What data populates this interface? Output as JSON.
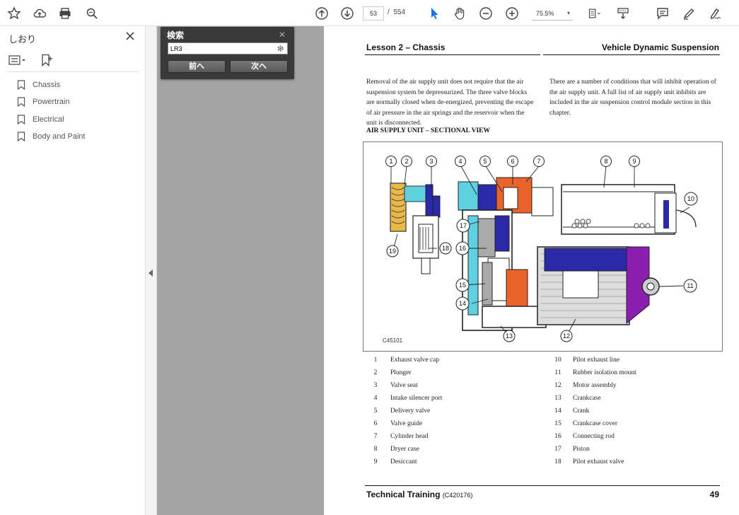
{
  "toolbar": {
    "current_page": "53",
    "page_separator": "/",
    "total_pages": "554",
    "zoom": "75.5%",
    "zoom_caret": "▾"
  },
  "sidebar": {
    "title": "しおり",
    "bookmarks": [
      {
        "label": "Chassis"
      },
      {
        "label": "Powertrain"
      },
      {
        "label": "Electrical"
      },
      {
        "label": "Body and Paint"
      }
    ]
  },
  "find": {
    "title": "検索",
    "close": "✕",
    "query": "LR3",
    "prev_label": "前へ",
    "next_label": "次へ"
  },
  "document": {
    "header_left": "Lesson 2 – Chassis",
    "header_right": "Vehicle Dynamic Suspension",
    "para_left": "Removal of the air supply unit does not require that the air suspension system be depressurized. The three valve blocks are normally closed when de-energized, preventing the escape of air pressure in the air springs and the reservoir when the unit is disconnected.",
    "para_right": "There are a number of conditions that will inhibit operation of the air supply unit. A full list of air supply unit inhibits are included in the air suspension control module section in this chapter.",
    "section_heading": "AIR SUPPLY UNIT – SECTIONAL VIEW",
    "diagram_id": "C45101",
    "legend_left": [
      {
        "num": "1",
        "label": "Exhaust valve cap"
      },
      {
        "num": "2",
        "label": "Plunger"
      },
      {
        "num": "3",
        "label": "Valve seat"
      },
      {
        "num": "4",
        "label": "Intake silencer port"
      },
      {
        "num": "5",
        "label": "Delivery valve"
      },
      {
        "num": "6",
        "label": "Valve guide"
      },
      {
        "num": "7",
        "label": "Cylinder head"
      },
      {
        "num": "8",
        "label": "Dryer case"
      },
      {
        "num": "9",
        "label": "Desiccant"
      }
    ],
    "legend_right": [
      {
        "num": "10",
        "label": "Pilot exhaust line"
      },
      {
        "num": "11",
        "label": "Rubber isolation mount"
      },
      {
        "num": "12",
        "label": "Motor assembly"
      },
      {
        "num": "13",
        "label": "Crankcase"
      },
      {
        "num": "14",
        "label": "Crank"
      },
      {
        "num": "15",
        "label": "Crankcase cover"
      },
      {
        "num": "16",
        "label": "Connecting rod"
      },
      {
        "num": "17",
        "label": "Piston"
      },
      {
        "num": "18",
        "label": "Pilot exhaust valve"
      }
    ],
    "callouts": [
      "1",
      "2",
      "3",
      "4",
      "5",
      "6",
      "7",
      "8",
      "9",
      "10",
      "11",
      "12",
      "13",
      "14",
      "15",
      "16",
      "17",
      "18",
      "19"
    ],
    "footer_title": "Technical Training",
    "footer_code": "(C420176)",
    "page_number": "49"
  },
  "colors": {
    "accent_blue": "#1a73e8",
    "cyan": "#5fd0e0",
    "orange": "#e8642a",
    "purple": "#8a1fb0",
    "navy": "#2a2aa8"
  }
}
